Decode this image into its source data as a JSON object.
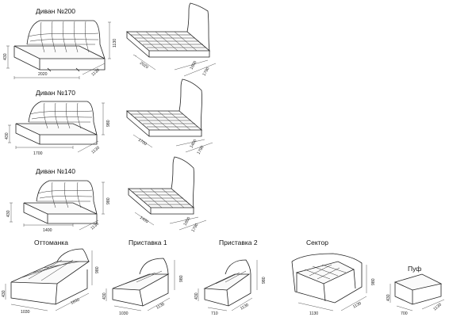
{
  "models": [
    {
      "title": "Диван №200",
      "dims": {
        "height_back": "1130",
        "height_seat": "430",
        "length": "2020",
        "depth": "1130"
      },
      "plan_dims": {
        "length": "2020",
        "a": "1600",
        "b": "1790"
      }
    },
    {
      "title": "Диван №170",
      "dims": {
        "height_back": "980",
        "height_seat": "430",
        "length": "1700",
        "depth": "1130"
      },
      "plan_dims": {
        "length": "1700",
        "a": "1400",
        "b": "1790"
      }
    },
    {
      "title": "Диван №140",
      "dims": {
        "height_back": "980",
        "height_seat": "430",
        "length": "1400",
        "depth": "1130"
      },
      "plan_dims": {
        "length": "1400",
        "a": "1600",
        "b": "1790"
      }
    }
  ],
  "modules": [
    {
      "title": "Оттоманка",
      "dims": {
        "h1": "980",
        "h2": "430",
        "l": "1030",
        "d": "1830"
      }
    },
    {
      "title": "Приставка 1",
      "dims": {
        "h1": "980",
        "h2": "430",
        "l": "1030",
        "d": "1130"
      }
    },
    {
      "title": "Приставка 2",
      "dims": {
        "h1": "980",
        "h2": "430",
        "l": "710",
        "d": "1130"
      }
    },
    {
      "title": "Сектор",
      "dims": {
        "h1": "980",
        "l": "1130",
        "d": "1130"
      }
    },
    {
      "title": "Пуф",
      "dims": {
        "h1": "430",
        "l": "700",
        "d": "1130"
      }
    }
  ]
}
